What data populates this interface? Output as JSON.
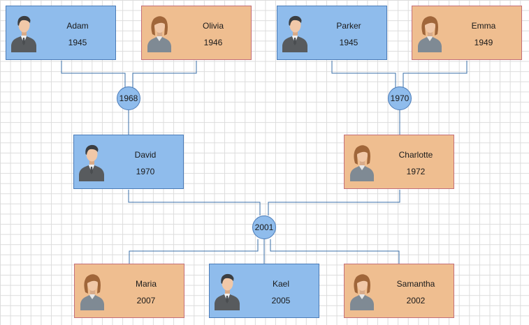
{
  "colors": {
    "male_fill": "#8fbcec",
    "male_border": "#4a7bb8",
    "female_fill": "#efbe90",
    "female_border": "#c46e78",
    "connector": "#3a6fa8"
  },
  "people": {
    "adam": {
      "name": "Adam",
      "year": "1945",
      "gender": "male",
      "icon": "man-avatar-icon"
    },
    "olivia": {
      "name": "Olivia",
      "year": "1946",
      "gender": "female",
      "icon": "woman-avatar-icon"
    },
    "parker": {
      "name": "Parker",
      "year": "1945",
      "gender": "male",
      "icon": "man-avatar-icon"
    },
    "emma": {
      "name": "Emma",
      "year": "1949",
      "gender": "female",
      "icon": "woman-avatar-icon"
    },
    "david": {
      "name": "David",
      "year": "1970",
      "gender": "male",
      "icon": "man-avatar-icon"
    },
    "charlotte": {
      "name": "Charlotte",
      "year": "1972",
      "gender": "female",
      "icon": "woman-avatar-icon"
    },
    "maria": {
      "name": "Maria",
      "year": "2007",
      "gender": "female",
      "icon": "woman-avatar-icon"
    },
    "kael": {
      "name": "Kael",
      "year": "2005",
      "gender": "male",
      "icon": "man-avatar-icon"
    },
    "samantha": {
      "name": "Samantha",
      "year": "2002",
      "gender": "female",
      "icon": "woman-avatar-icon"
    }
  },
  "unions": {
    "adam_olivia": {
      "label": "1968",
      "partners": [
        "adam",
        "olivia"
      ],
      "children": [
        "david"
      ]
    },
    "parker_emma": {
      "label": "1970",
      "partners": [
        "parker",
        "emma"
      ],
      "children": [
        "charlotte"
      ]
    },
    "david_charlotte": {
      "label": "2001",
      "partners": [
        "david",
        "charlotte"
      ],
      "children": [
        "maria",
        "kael",
        "samantha"
      ]
    }
  }
}
